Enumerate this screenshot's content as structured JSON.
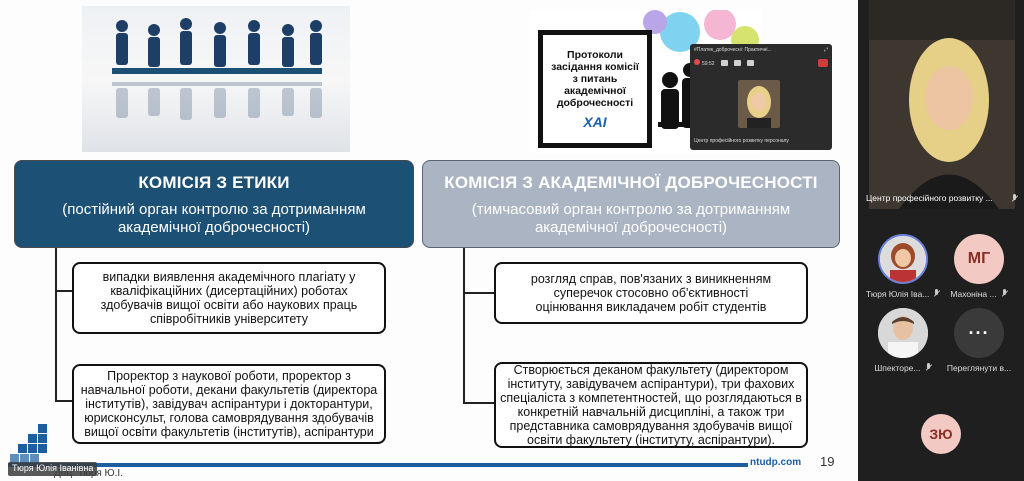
{
  "slide": {
    "poster_title": "Протоколи\nзасідання комісії\nз питань\nакадемічної\nдоброчесності",
    "poster_logo": "ХАІ",
    "mini_call": {
      "title": "#Платек_доброчесні: Практичні...",
      "timer": "59:52",
      "participant": "Центр професійного розвитку персоналу"
    },
    "left_box": {
      "title": "КОМІСІЯ З ЕТИКИ",
      "subtitle": "(постійний орган контролю за дотриманням\nакадемічної доброчесності)"
    },
    "right_box": {
      "title": "КОМІСІЯ З АКАДЕМІЧНОЇ ДОБРОЧЕСНОСТІ",
      "subtitle": "(тимчасовий орган контролю за дотриманням\nакадемічної доброчесності)"
    },
    "left_nodes": [
      "випадки виявлення академічного плагіату у\nкваліфікаційних (дисертаційних) роботах\nздобувачів вищої освіти або наукових праць\nспівробітників університету",
      "Проректор з наукової роботи, проректор з\nнавчальної роботи, декани факультетів (директора\nінститутів), завідувач аспірантури і докторантури,\nюрисконсульт, голова самоврядування здобувачів\nвищої освіти факультетів (інститутів), аспірантури"
    ],
    "right_nodes": [
      "розгляд справ, пов'язаних з виникненням\nсуперечок стосовно об'єктивності\nоцінювання викладачем робіт студентів",
      "Створюється деканом факультету (директором\nінституту, завідувачем аспірантури), три фахових\nспеціаліста з компетентностей, що розглядаються в\nконкретній навчальній дисципліні, а також три\nпредставника самоврядування здобувачів вищої\nосвіти факультету (інституту, аспірантури)."
    ],
    "footer_url": "ntudp.com",
    "page_number": "19",
    "author": "Доц. Тюря Ю.І.",
    "caption_overlay": "Тюря Юлія Іванівна"
  },
  "participants": {
    "main_label": "Центр професійного розвитку ...",
    "tiles": [
      {
        "name": "Тюря Юлія Іва...",
        "initials": "",
        "color": "#e8e8e8"
      },
      {
        "name": "Махоніна ...",
        "initials": "МГ",
        "color": "#f3c9c4"
      },
      {
        "name": "Шпекторе...",
        "initials": "",
        "color": "#e8e8e8"
      },
      {
        "name": "Переглянути в...",
        "initials": "",
        "color": "#3a3a3a"
      }
    ],
    "self": {
      "initials": "ЗЮ",
      "color": "#f3c9c4"
    }
  },
  "icons": {
    "mic": "mic-off-icon",
    "more": "more-options-icon"
  }
}
